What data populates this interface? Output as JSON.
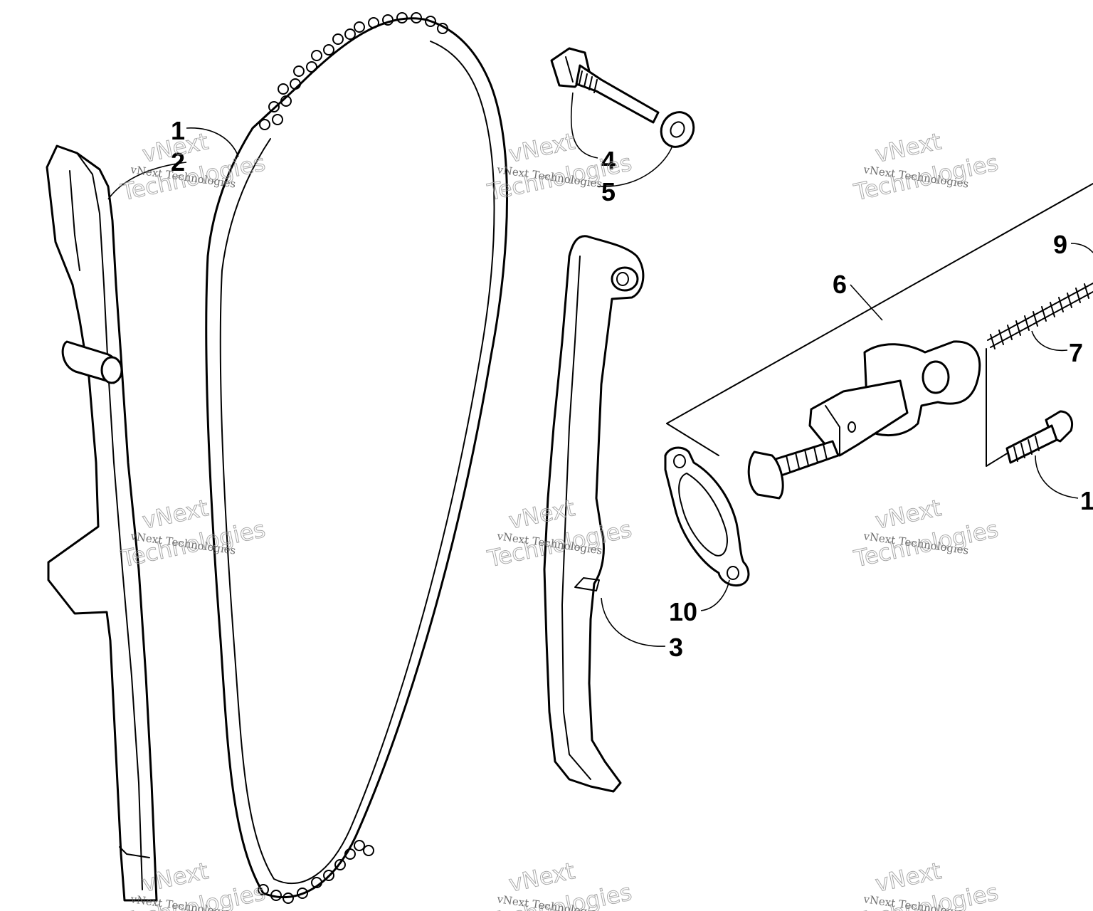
{
  "diagram": {
    "callouts": [
      "1",
      "2",
      "4",
      "5",
      "9",
      "6",
      "7",
      "1",
      "10",
      "3"
    ],
    "watermark": {
      "line1": "vNext Technologies",
      "line2": "vNext",
      "line3": "Technologies"
    },
    "parts": [
      "chain-guide-icon",
      "cam-chain-icon",
      "chain-tensioner-guide-icon",
      "pivot-bolt-icon",
      "washer-icon",
      "tensioner-assembly-icon",
      "spring-icon",
      "gasket-icon",
      "tensioner-bolt-icon"
    ],
    "colors": {
      "line": "#000000",
      "background": "#ffffff",
      "watermark": "#9a9a9a"
    }
  }
}
